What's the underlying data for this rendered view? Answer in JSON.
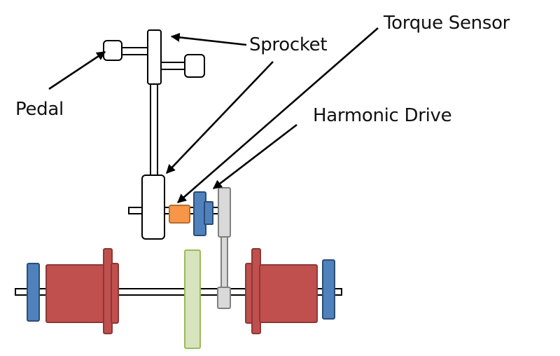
{
  "labels": {
    "pedal": "Pedal",
    "sprocket": "Sprocket",
    "torque_sensor": "Torque Sensor",
    "harmonic_drive": "Harmonic Drive"
  },
  "colors": {
    "outline": "#000000",
    "shaft_fill": "#ffffff",
    "motor_red": "#c0504d",
    "motor_red_dark": "#8c3836",
    "blue_part": "#4f81bd",
    "blue_part_dark": "#2c4d75",
    "torque_sensor_orange": "#f79646",
    "torque_sensor_dark": "#b66d31",
    "harmonic_gray": "#d9d9d9",
    "harmonic_gray_dark": "#7f7f7f",
    "flywheel_green": "#d7e4bd",
    "flywheel_green_dark": "#9bbb59"
  }
}
